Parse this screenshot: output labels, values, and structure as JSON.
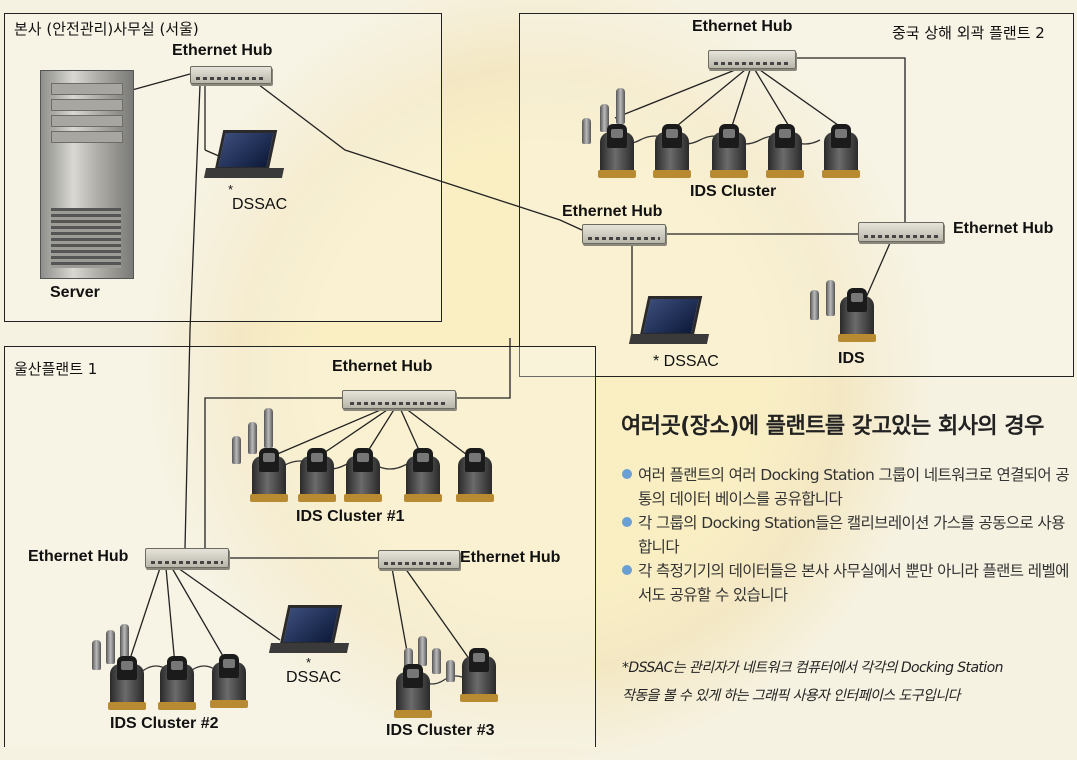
{
  "regions": {
    "hq": {
      "title": "본사 (안전관리)사무실 (서울)"
    },
    "china": {
      "title": "중국 상해 외곽 플랜트 2"
    },
    "ulsan": {
      "title": "울산플랜트 1"
    }
  },
  "labels": {
    "hub_hq": "Ethernet  Hub",
    "hub_china_top": "Ethernet  Hub",
    "hub_china_mid": "Ethernet  Hub",
    "hub_china_right": "Ethernet  Hub",
    "hub_ulsan_top": "Ethernet  Hub",
    "hub_ulsan_left": "Ethernet  Hub",
    "hub_ulsan_right": "Ethernet  Hub",
    "server": "Server",
    "dssac_hq_star": "*",
    "dssac_hq": "DSSAC",
    "dssac_china": "* DSSAC",
    "dssac_ulsan_star": "*",
    "dssac_ulsan": "DSSAC",
    "ids_cluster": "IDS  Cluster",
    "ids": "IDS",
    "ids_cluster_1": "IDS  Cluster  #1",
    "ids_cluster_2": "IDS  Cluster  #2",
    "ids_cluster_3": "IDS  Cluster  #3"
  },
  "text": {
    "heading": "여러곳(장소)에 플랜트를 갖고있는 회사의 경우",
    "bullets": [
      "여러 플랜트의 여러 Docking Station 그룹이 네트워크로 연결되어 공통의 데이터 베이스를 공유합니다",
      "각 그룹의 Docking Station들은 캘리브레이션 가스를 공동으로 사용합니다",
      "각 측정기기의 데이터들은 본사 사무실에서 뿐만 아니라 플랜트 레벨에서도 공유할 수 있습니다"
    ],
    "note_line1": "*DSSAC는 관리자가 네트워크 컴퓨터에서 각각의 Docking Station",
    "note_line2": "작동을 볼 수 있게 하는 그래픽 사용자 인터페이스 도구입니다"
  },
  "colors": {
    "bullet": "#6a9fd3",
    "background": "#f6f2e2",
    "station_base": "#b88a32"
  }
}
